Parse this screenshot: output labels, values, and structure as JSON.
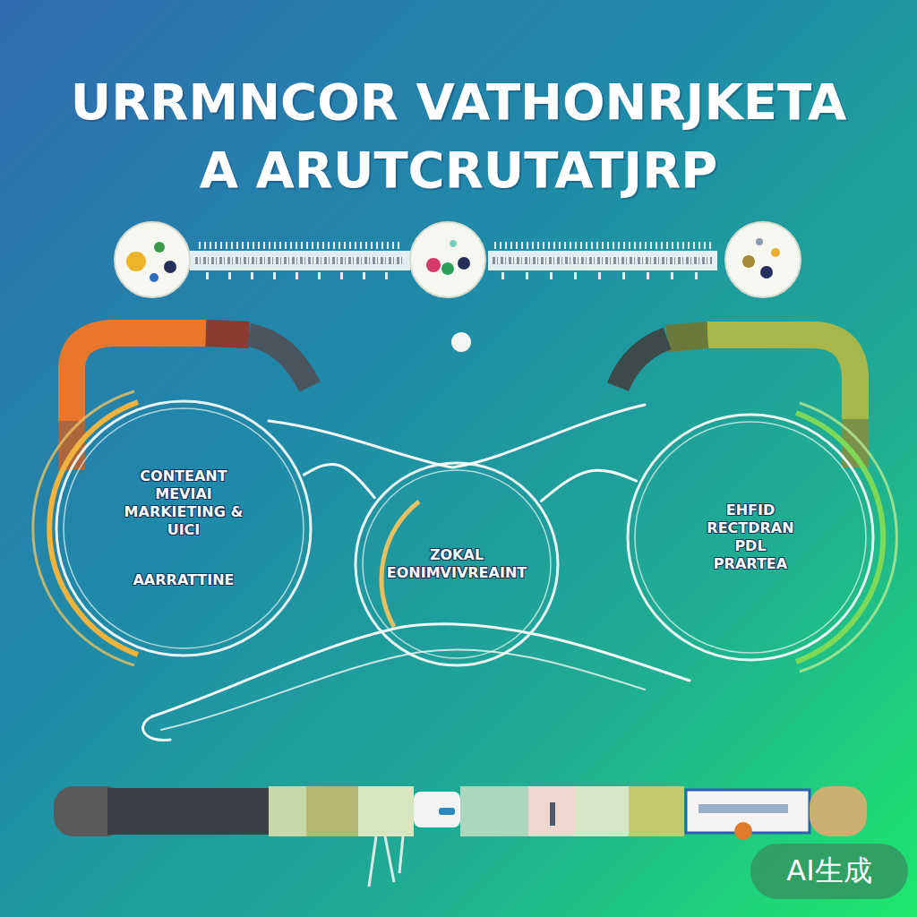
{
  "diagram": {
    "title": "URRMNCOR VATHONRJKETA A ARUTCRUTATJRP",
    "nodes": [
      {
        "text": [
          "CONTEANT MEVIAI MARKIETING & UICI",
          "AARRATTINE"
        ]
      },
      {
        "text": [
          "ZOKAL EONIMVIVREAINT"
        ]
      },
      {
        "text": [
          "EHFID RECTDRAN PDL PRARTEA"
        ]
      }
    ],
    "edges": [
      {
        "from": 0,
        "to": 1,
        "arrow": "none"
      },
      {
        "from": 1,
        "to": 2,
        "arrow": "none"
      }
    ],
    "labels": [
      "AI生成"
    ]
  }
}
